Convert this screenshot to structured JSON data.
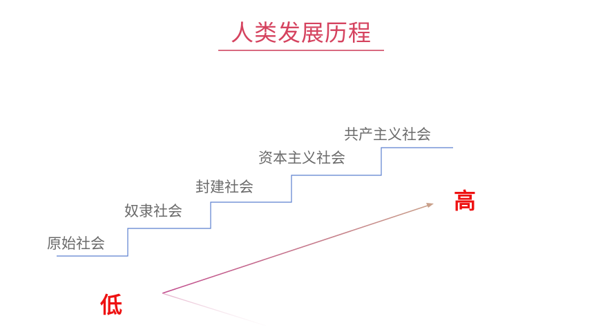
{
  "title": "人类发展历程",
  "stages": [
    "原始社会",
    "奴隶社会",
    "封建社会",
    "资本主义社会",
    "共产主义社会"
  ],
  "levels": {
    "high": "高",
    "low": "低"
  },
  "colors": {
    "title": "#d5435f",
    "stairs": "#5b7fcf",
    "level_text": "#ee1111",
    "arrow_start": "#c24c8e",
    "arrow_end": "#c9a08a"
  }
}
